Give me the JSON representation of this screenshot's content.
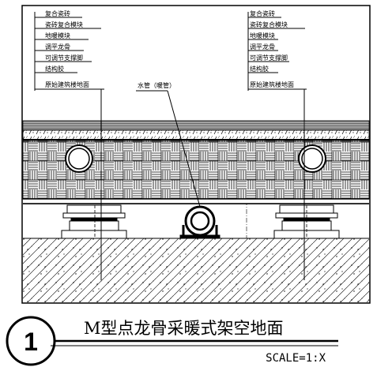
{
  "left_labels": [
    "复合瓷砖",
    "瓷砖复合模块",
    "地暖模块",
    "调平龙骨",
    "可调节支撑脚",
    "结构胶",
    "原始建筑楼地面"
  ],
  "right_labels": [
    "复合瓷砖",
    "瓷砖复合模块",
    "地暖模块",
    "调平龙骨",
    "可调节支撑脚",
    "结构胶",
    "原始建筑楼地面"
  ],
  "pipe_label": "水管（暖管）",
  "detail_number": "1",
  "title": "M型点龙骨采暖式架空地面",
  "scale": "SCALE=1:X"
}
